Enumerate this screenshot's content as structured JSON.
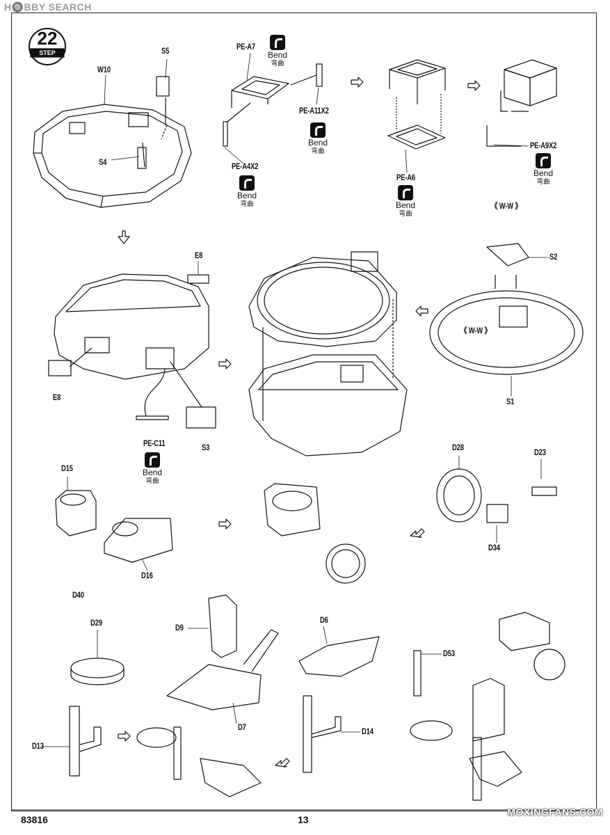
{
  "watermark_top": "H🔘BBY SEARCH",
  "watermark_bottom": "MOXINGFANS.COM",
  "step": {
    "number": "22",
    "label": "STEP"
  },
  "bend": {
    "en": "Bend",
    "cn": "弯曲"
  },
  "labels": {
    "W10": "W10",
    "S5": "S5",
    "S4": "S4",
    "PE_A7": "PE-A7",
    "PE_A11X2": "PE-A11X2",
    "PE_A4X2": "PE-A4X2",
    "PE_A6": "PE-A6",
    "PE_A9X2": "PE-A9X2",
    "WW1": "《 W-W 》",
    "E8a": "E8",
    "E8b": "E8",
    "PE_C11": "PE-C11",
    "S3": "S3",
    "S2": "S2",
    "WW2": "《 W-W 》",
    "S1": "S1",
    "D15": "D15",
    "D16": "D16",
    "D40": "D40",
    "D28": "D28",
    "D23": "D23",
    "D34": "D34",
    "D29": "D29",
    "D13": "D13",
    "D9": "D9",
    "D7": "D7",
    "D6": "D6",
    "D14": "D14",
    "D53": "D53"
  },
  "footer": {
    "code": "83816",
    "page": "13"
  }
}
